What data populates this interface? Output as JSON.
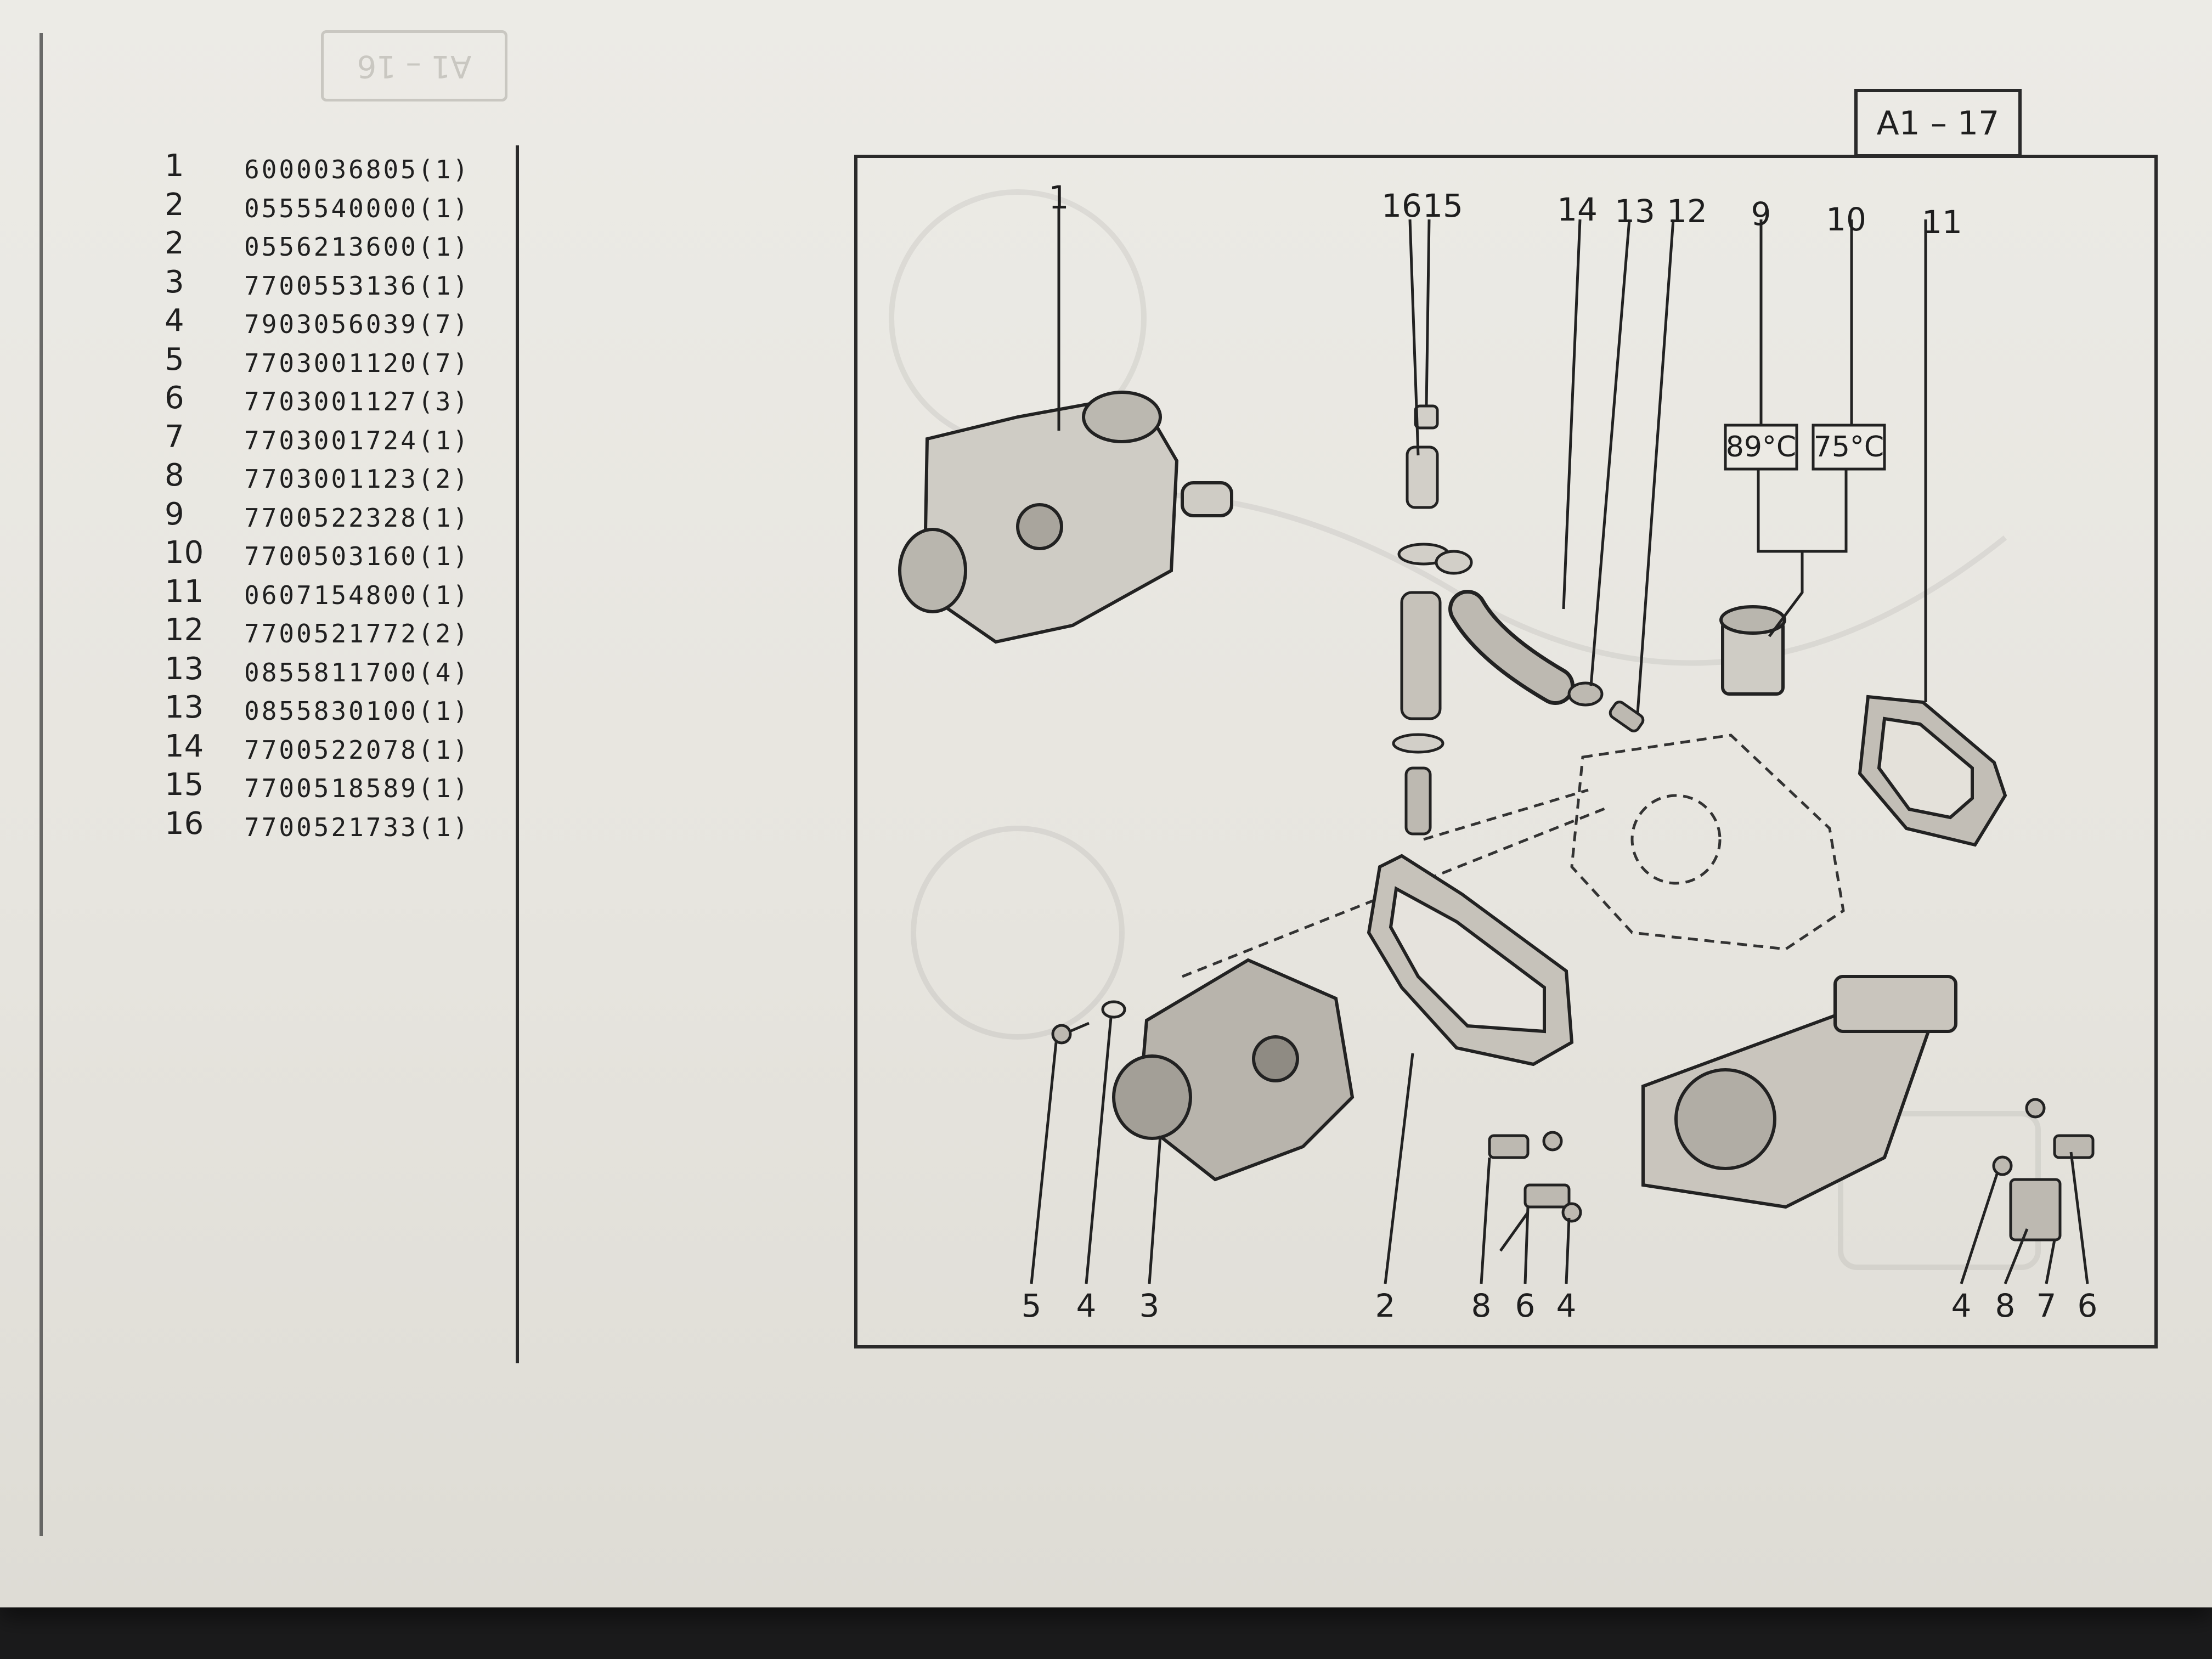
{
  "page_label": "A1 – 17",
  "ghost_label": "A1 – 16",
  "parts": [
    {
      "item": "1",
      "ref": "6000036805(1)"
    },
    {
      "item": "2",
      "ref": "0555540000(1)"
    },
    {
      "item": "2",
      "ref": "0556213600(1)"
    },
    {
      "item": "3",
      "ref": "7700553136(1)"
    },
    {
      "item": "4",
      "ref": "7903056039(7)"
    },
    {
      "item": "5",
      "ref": "7703001120(7)"
    },
    {
      "item": "6",
      "ref": "7703001127(3)"
    },
    {
      "item": "7",
      "ref": "7703001724(1)"
    },
    {
      "item": "8",
      "ref": "7703001123(2)"
    },
    {
      "item": "9",
      "ref": "7700522328(1)"
    },
    {
      "item": "10",
      "ref": "7700503160(1)"
    },
    {
      "item": "11",
      "ref": "0607154800(1)"
    },
    {
      "item": "12",
      "ref": "7700521772(2)"
    },
    {
      "item": "13",
      "ref": "0855811700(4)"
    },
    {
      "item": "13",
      "ref": "0855830100(1)"
    },
    {
      "item": "14",
      "ref": "7700522078(1)"
    },
    {
      "item": "15",
      "ref": "7700518589(1)"
    },
    {
      "item": "16",
      "ref": "7700521733(1)"
    }
  ],
  "diagram": {
    "callouts_top": [
      "1",
      "16",
      "15",
      "14",
      "13",
      "12",
      "9",
      "10",
      "11"
    ],
    "callouts_bottom": [
      "5",
      "4",
      "3",
      "2",
      "8",
      "6",
      "4",
      "4",
      "8",
      "7",
      "6"
    ],
    "thermostat_labels": [
      "89°C",
      "75°C"
    ]
  }
}
